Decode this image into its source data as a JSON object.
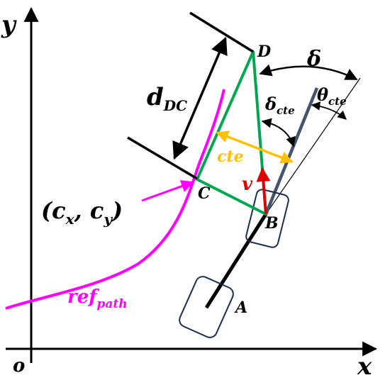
{
  "axes": {
    "x_label": "x",
    "y_label": "y",
    "origin_label": "o"
  },
  "points": {
    "A": "A",
    "B": "B",
    "C": "C",
    "D": "D"
  },
  "labels": {
    "d_main": "d",
    "d_sub": "DC",
    "delta": "δ",
    "delta_cte_main": "δ",
    "delta_cte_sub": "cte",
    "theta_cte_main": "θ",
    "theta_cte_sub": "cte",
    "cte": "cte",
    "v": "v",
    "cxcy_open": "(c",
    "cxcy_x": "x",
    "cxcy_comma": ", c",
    "cxcy_y": "y",
    "cxcy_close": ")",
    "ref_main": "ref",
    "ref_sub": "path"
  },
  "colors": {
    "ref_path": "#ff00ff",
    "green_triangle": "#00a650",
    "cte": "#ffc000",
    "velocity": "#e00000",
    "vehicle_box": "#1f2d4f",
    "heading": "#44546a",
    "black": "#000000"
  }
}
